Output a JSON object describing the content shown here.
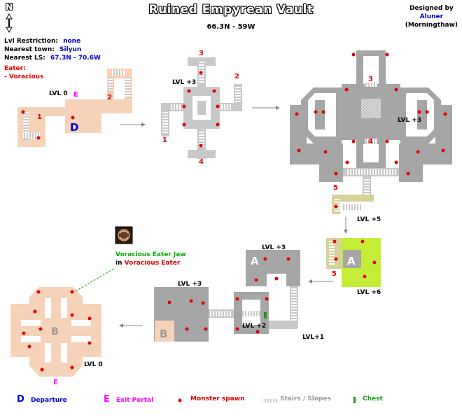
{
  "header": {
    "title": "Ruined Empyrean Vault",
    "coordinates": "66.3N - 59W",
    "credit_line1": "Designed by",
    "credit_author": "Aluner",
    "credit_server": "(Morningthaw)",
    "compass_letter": "N"
  },
  "info": {
    "lvl_label": "Lvl Restriction:",
    "lvl_value": "none",
    "town_label": "Nearest town:",
    "town_value": "Silyun",
    "ls_label": "Nearest LS:",
    "ls_value": "67.3N - 70.6W",
    "eater_label": "Eater:",
    "eater_value": "- Voracious"
  },
  "loot": {
    "item": "Voracious Eater Jaw",
    "in_word": "in",
    "source": "Voracious Eater"
  },
  "labels": {
    "lvl_0a": "LVL 0",
    "lvl_p3a": "LVL +3",
    "lvl_p3b": "LVL +3",
    "lvl_p5": "LVL +5",
    "lvl_p6": "LVL +6",
    "lvl_p3c": "LVL +3",
    "lvl_p3d": "LVL +3",
    "lvl_p2": "LVL +2",
    "lvl_p1": "LVL+1",
    "lvl_0b": "LVL 0",
    "n1a": "1",
    "n2a": "2",
    "n3a": "3",
    "n2b": "2",
    "n1b": "1",
    "n4a": "4",
    "n3b": "3",
    "n4b": "4",
    "n5a": "5",
    "n5b": "5",
    "D": "D",
    "E1": "E",
    "E2": "E",
    "A1": "A",
    "A2": "A",
    "B1": "B",
    "B2": "B"
  },
  "legend": {
    "departure_symbol": "D",
    "departure": "Departure",
    "exit_symbol": "E",
    "exit": "Exit Portal",
    "spawn_symbol": "•",
    "spawn": "Monster spawn",
    "stairs": "Stairs / Slopes",
    "chest_symbol": "I",
    "chest": "Chest"
  },
  "colors": {
    "peach": "#f6d2b8",
    "gray_room": "#a6a6a6",
    "gray_corridor": "#c8c8c8",
    "khaki": "#d5d39a",
    "lime": "#c3ee35",
    "spawn_red": "#e00000",
    "departure_blue": "#0000cc",
    "exit_magenta": "#ff00ff",
    "chest_green": "#1a9a1a",
    "loot_green": "#00aa00"
  }
}
